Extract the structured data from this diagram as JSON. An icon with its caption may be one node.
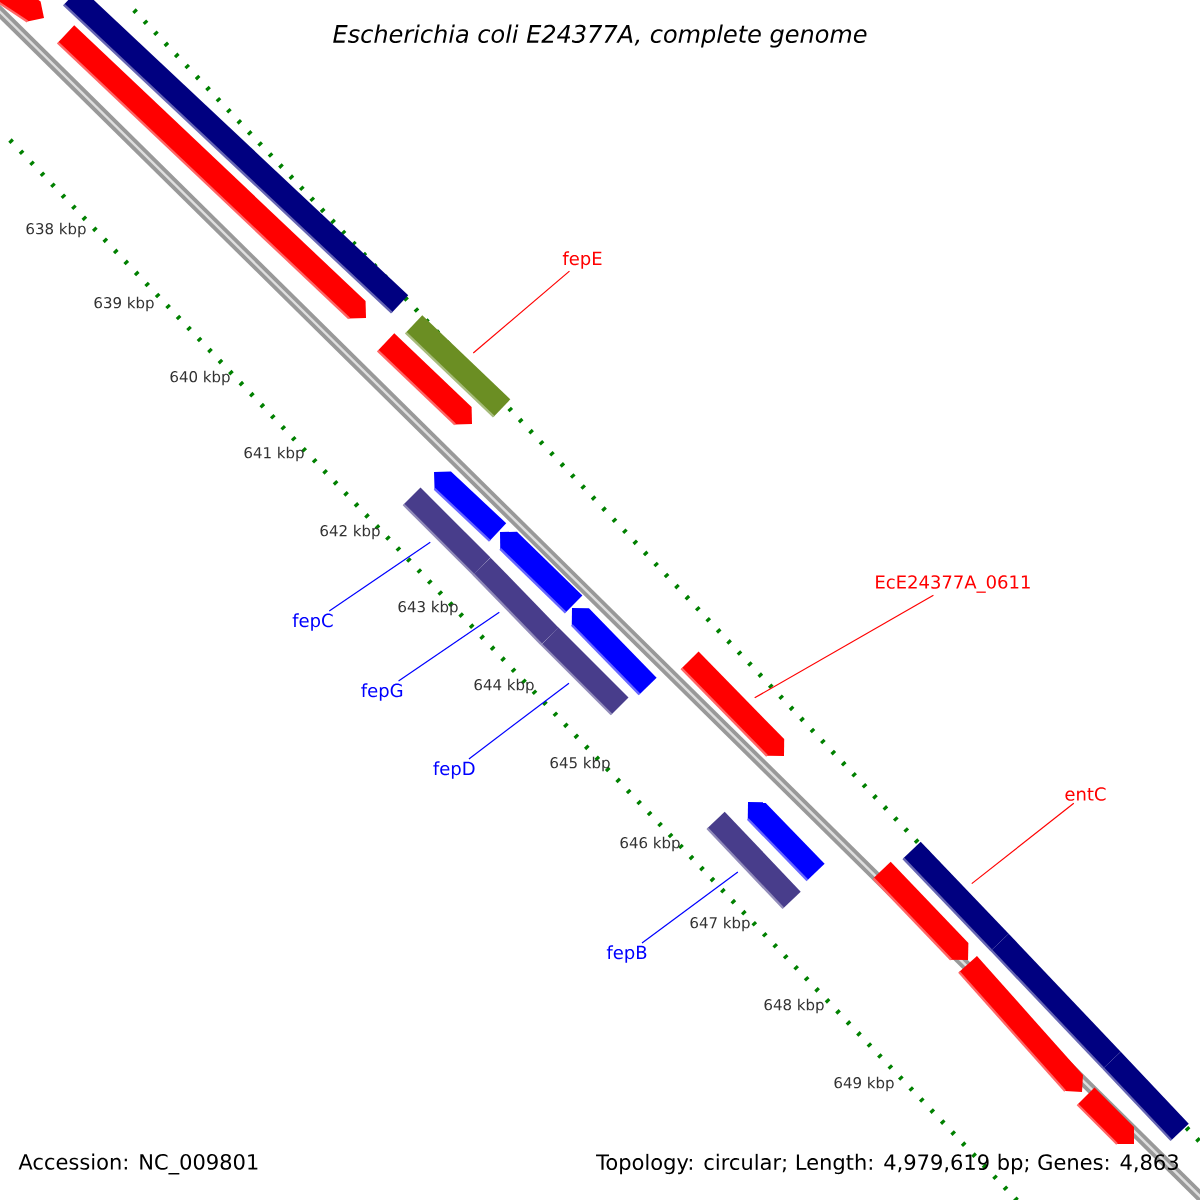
{
  "diagram": {
    "title": "Escherichia coli E24377A, complete genome",
    "nodes": [
      {
        "text": [],
        "shape": "pentagon"
      },
      {
        "text": [],
        "shape": "bar"
      },
      {
        "text": [],
        "shape": "pentagon"
      },
      {
        "text": [
          "fepE"
        ]
      },
      {
        "text": [],
        "shape": "bar"
      },
      {
        "text": [],
        "shape": "pentagon"
      },
      {
        "text": [],
        "shape": "pentagon"
      },
      {
        "text": [],
        "shape": "bar"
      },
      {
        "text": [
          "fepC"
        ]
      },
      {
        "text": [],
        "shape": "pentagon"
      },
      {
        "text": [],
        "shape": "bar"
      },
      {
        "text": [
          "fepG"
        ]
      },
      {
        "text": [],
        "shape": "pentagon"
      },
      {
        "text": [],
        "shape": "bar"
      },
      {
        "text": [
          "fepD"
        ]
      },
      {
        "text": [],
        "shape": "pentagon"
      },
      {
        "text": [
          "EcE24377A_0611"
        ]
      },
      {
        "text": [],
        "shape": "pentagon"
      },
      {
        "text": [],
        "shape": "bar"
      },
      {
        "text": [
          "fepB"
        ]
      },
      {
        "text": [
          "entC"
        ]
      },
      {
        "text": [],
        "shape": "bar"
      },
      {
        "text": [],
        "shape": "pentagon"
      },
      {
        "text": [],
        "shape": "bar"
      },
      {
        "text": [],
        "shape": "pentagon"
      },
      {
        "text": [],
        "shape": "bar"
      },
      {
        "text": [],
        "shape": "pentagon"
      }
    ],
    "edges": [
      {
        "from": 3,
        "to": 4,
        "arrow": "none",
        "color": "#ff0000"
      },
      {
        "from": 8,
        "to": 7,
        "arrow": "none",
        "color": "#0000ff"
      },
      {
        "from": 11,
        "to": 10,
        "arrow": "none",
        "color": "#0000ff"
      },
      {
        "from": 14,
        "to": 13,
        "arrow": "none",
        "color": "#0000ff"
      },
      {
        "from": 16,
        "to": 15,
        "arrow": "none",
        "color": "#ff0000"
      },
      {
        "from": 19,
        "to": 18,
        "arrow": "none",
        "color": "#0000ff"
      },
      {
        "from": 20,
        "to": 21,
        "arrow": "none",
        "color": "#ff0000"
      }
    ],
    "labels": [
      "638 kbp",
      "639 kbp",
      "640 kbp",
      "641 kbp",
      "642 kbp",
      "643 kbp",
      "644 kbp",
      "645 kbp",
      "646 kbp",
      "647 kbp",
      "648 kbp",
      "649 kbp",
      "Accession: NC_009801",
      "Topology: circular; Length: 4,979,619 bp; Genes: 4,863"
    ]
  }
}
